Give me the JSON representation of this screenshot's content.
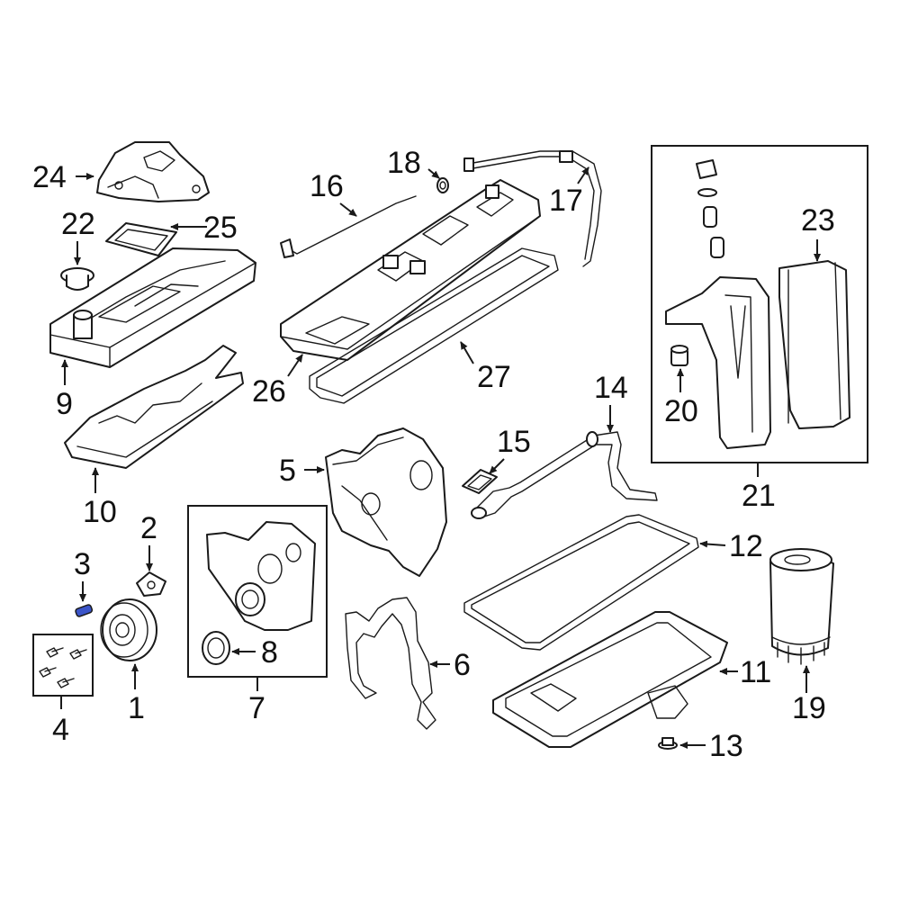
{
  "diagram": {
    "callouts": {
      "c1": "1",
      "c2": "2",
      "c3": "3",
      "c4": "4",
      "c5": "5",
      "c6": "6",
      "c7": "7",
      "c8": "8",
      "c9": "9",
      "c10": "10",
      "c11": "11",
      "c12": "12",
      "c13": "13",
      "c14": "14",
      "c15": "15",
      "c16": "16",
      "c17": "17",
      "c18": "18",
      "c19": "19",
      "c20": "20",
      "c21": "21",
      "c22": "22",
      "c23": "23",
      "c24": "24",
      "c25": "25",
      "c26": "26",
      "c27": "27"
    },
    "highlight_color": "#3b55c9"
  }
}
